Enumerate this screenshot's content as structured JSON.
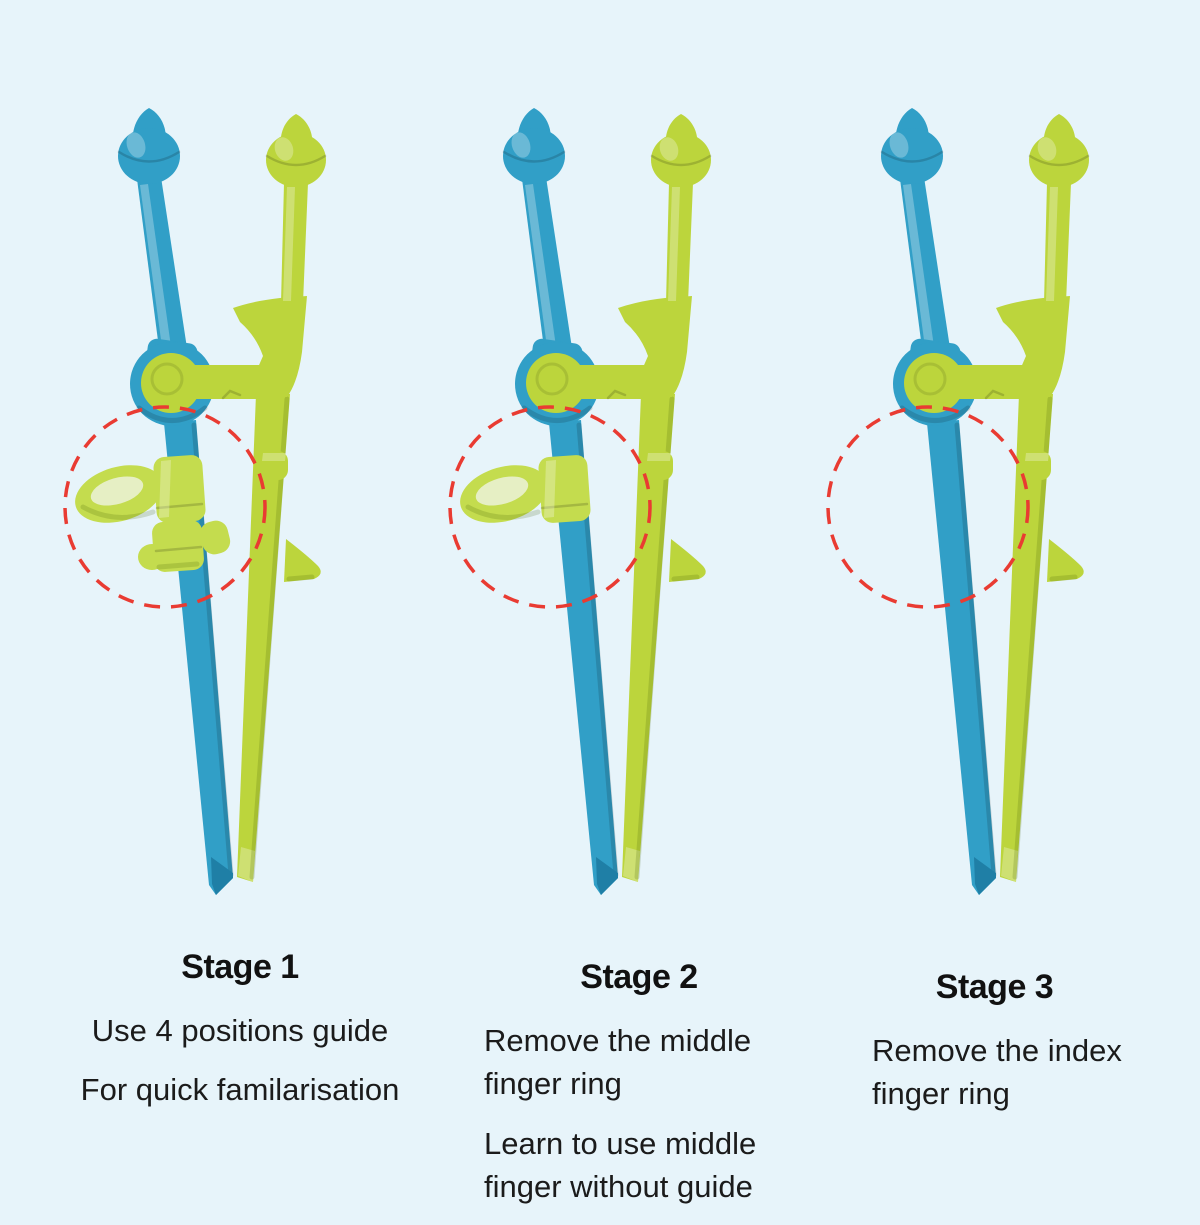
{
  "background_color": "#E7F4FA",
  "colors": {
    "background": "#E7F4FA",
    "blue": "#319FC7",
    "blue_dark": "#1F7FA6",
    "green": "#BCD53C",
    "green_dark": "#96B42B",
    "ring_green": "#C4DC4E",
    "ring_hole": "#E6EFC4",
    "red_dashed": "#E93B32",
    "text": "#1B1B1B"
  },
  "stages": [
    {
      "title": "Stage 1",
      "paragraphs": [
        "Use 4 positions guide",
        "For quick familarisation"
      ],
      "rings": {
        "index": true,
        "middle": true
      }
    },
    {
      "title": "Stage 2",
      "paragraphs": [
        "Remove the middle\nfinger ring",
        "Learn to use middle\nfinger without guide"
      ],
      "rings": {
        "index": true,
        "middle": false
      }
    },
    {
      "title": "Stage 3",
      "paragraphs": [
        "Remove the index\nfinger ring"
      ],
      "rings": {
        "index": false,
        "middle": false
      }
    }
  ]
}
